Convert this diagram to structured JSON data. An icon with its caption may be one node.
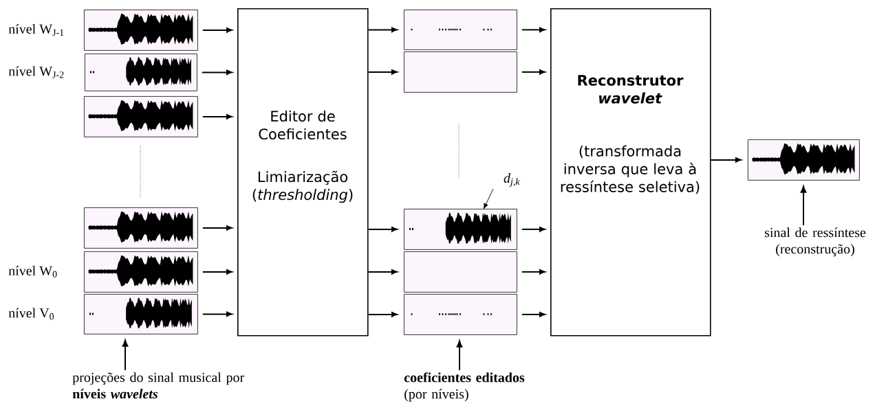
{
  "diagram": {
    "nodes": [
      {
        "text": [],
        "shape": "picture",
        "beside": [
          "nível W$_{J-1}$"
        ]
      },
      {
        "text": [],
        "shape": "picture",
        "beside": [
          "nível W$_{J-2}$"
        ]
      },
      {
        "text": [],
        "shape": "picture"
      },
      {
        "text": [],
        "shape": "picture"
      },
      {
        "text": [],
        "shape": "picture",
        "beside": [
          "nível W$_{0}$"
        ]
      },
      {
        "text": [],
        "shape": "picture",
        "beside": [
          "nível V$_{0}$"
        ]
      },
      {
        "text": [
          "Editor de Coeficientes",
          "Limiarização (*thresholding*)"
        ]
      },
      {
        "text": [],
        "shape": "picture"
      },
      {
        "text": [],
        "shape": "box"
      },
      {
        "text": [],
        "shape": "picture"
      },
      {
        "text": [],
        "shape": "box"
      },
      {
        "text": [],
        "shape": "picture"
      },
      {
        "text": [
          "Reconstrutor *wavelet*",
          "(transformada inversa que leva à ressíntese seletiva)"
        ]
      },
      {
        "text": [],
        "shape": "picture"
      },
      {
        "text": [
          "projeções do sinal musical por",
          "níveis *wavelets*"
        ]
      },
      {
        "text": [
          "coeficientes editados",
          "(por níveis)"
        ]
      },
      {
        "text": [
          "sinal de ressíntese (reconstrução)"
        ]
      },
      {
        "text": [
          "d$_{j,k}$"
        ]
      }
    ],
    "edges": [
      {
        "from": 0,
        "to": 6,
        "arrow": "to"
      },
      {
        "from": 1,
        "to": 6,
        "arrow": "to"
      },
      {
        "from": 2,
        "to": 6,
        "arrow": "to"
      },
      {
        "from": 3,
        "to": 6,
        "arrow": "to"
      },
      {
        "from": 4,
        "to": 6,
        "arrow": "to"
      },
      {
        "from": 5,
        "to": 6,
        "arrow": "to"
      },
      {
        "from": 6,
        "to": 7,
        "arrow": "to"
      },
      {
        "from": 6,
        "to": 8,
        "arrow": "to"
      },
      {
        "from": 6,
        "to": 9,
        "arrow": "to"
      },
      {
        "from": 6,
        "to": 10,
        "arrow": "to"
      },
      {
        "from": 6,
        "to": 11,
        "arrow": "to"
      },
      {
        "from": 7,
        "to": 12,
        "arrow": "to"
      },
      {
        "from": 8,
        "to": 12,
        "arrow": "to"
      },
      {
        "from": 9,
        "to": 12,
        "arrow": "to"
      },
      {
        "from": 10,
        "to": 12,
        "arrow": "to"
      },
      {
        "from": 11,
        "to": 12,
        "arrow": "to"
      },
      {
        "from": 12,
        "to": 13,
        "arrow": "to"
      },
      {
        "from": 14,
        "to": 5,
        "arrow": "to"
      },
      {
        "from": 15,
        "to": 11,
        "arrow": "to"
      },
      {
        "from": 16,
        "to": 13,
        "arrow": "to"
      },
      {
        "from": 17,
        "to": 9,
        "arrow": "to"
      }
    ]
  }
}
